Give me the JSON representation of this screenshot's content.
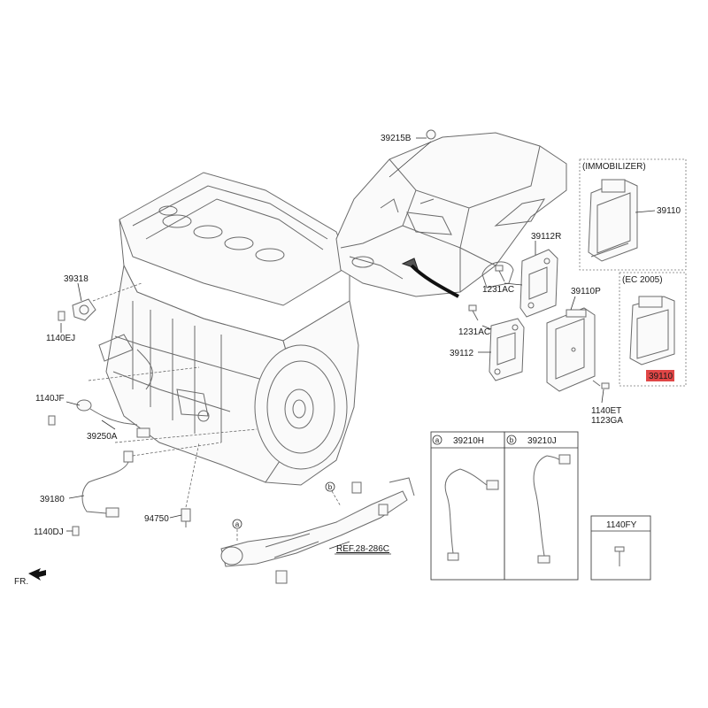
{
  "labels": {
    "p39215B": "39215B",
    "p39318": "39318",
    "p1140EJ": "1140EJ",
    "p1140JF": "1140JF",
    "p39250A": "39250A",
    "p39180": "39180",
    "p1140DJ": "1140DJ",
    "p94750": "94750",
    "p39112R": "39112R",
    "p1231AC_top": "1231AC",
    "p1231AC_bot": "1231AC",
    "p39110P": "39110P",
    "p39112": "39112",
    "p1140ET": "1140ET",
    "p1123GA": "1123GA",
    "p39110_immob": "39110",
    "p39110_ec": "39110",
    "p39210H": "39210H",
    "p39210J": "39210J",
    "p1140FY": "1140FY",
    "ref": "REF.28-286C",
    "fr": "FR."
  },
  "boxes": {
    "immobilizer_title": "(IMMOBILIZER)",
    "ec_title": "(EC 2005)"
  },
  "callouts": {
    "a": "a",
    "b": "b"
  },
  "highlight_color": "#e04646"
}
